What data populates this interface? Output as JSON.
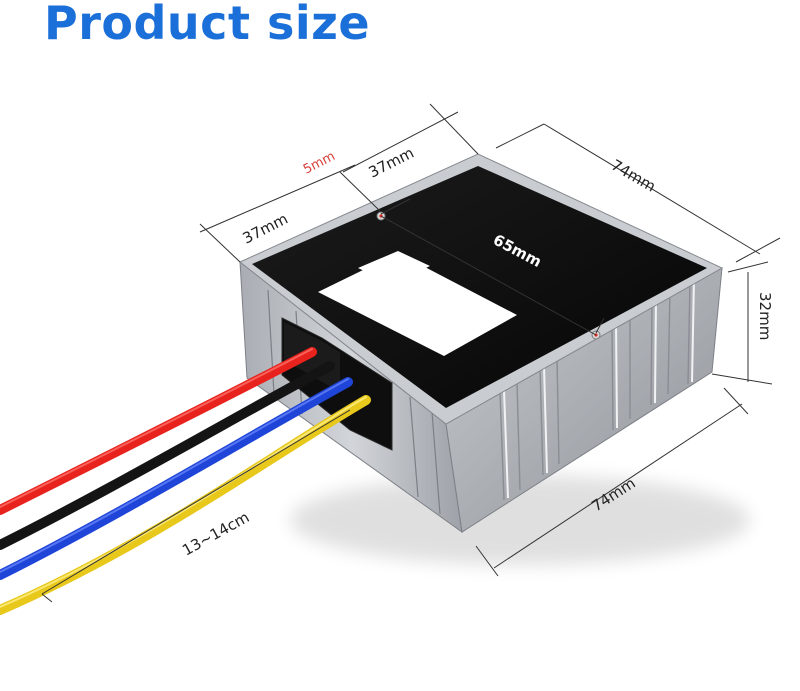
{
  "title": "Product size",
  "colors": {
    "title": "#1a6fd8",
    "accent_red": "#d9403a",
    "wire_red": "#e8231d",
    "wire_black": "#141414",
    "wire_blue": "#1f45d8",
    "wire_yellow": "#e7c81b",
    "housing": "#b9bcc1",
    "top_panel": "#0c0c0c",
    "label": "#ffffff",
    "dimension_line": "#333333"
  },
  "dimensions": {
    "hole_offset": "5mm",
    "half_width_top": "37mm",
    "half_width_left": "37mm",
    "hole_spacing": "65mm",
    "length_top": "74mm",
    "height": "32mm",
    "length_bottom": "74mm",
    "cable_length": "13~14cm"
  },
  "icons": {
    "mount_hole": "mount-hole-icon",
    "cable_gland": "cable-gland-icon"
  }
}
